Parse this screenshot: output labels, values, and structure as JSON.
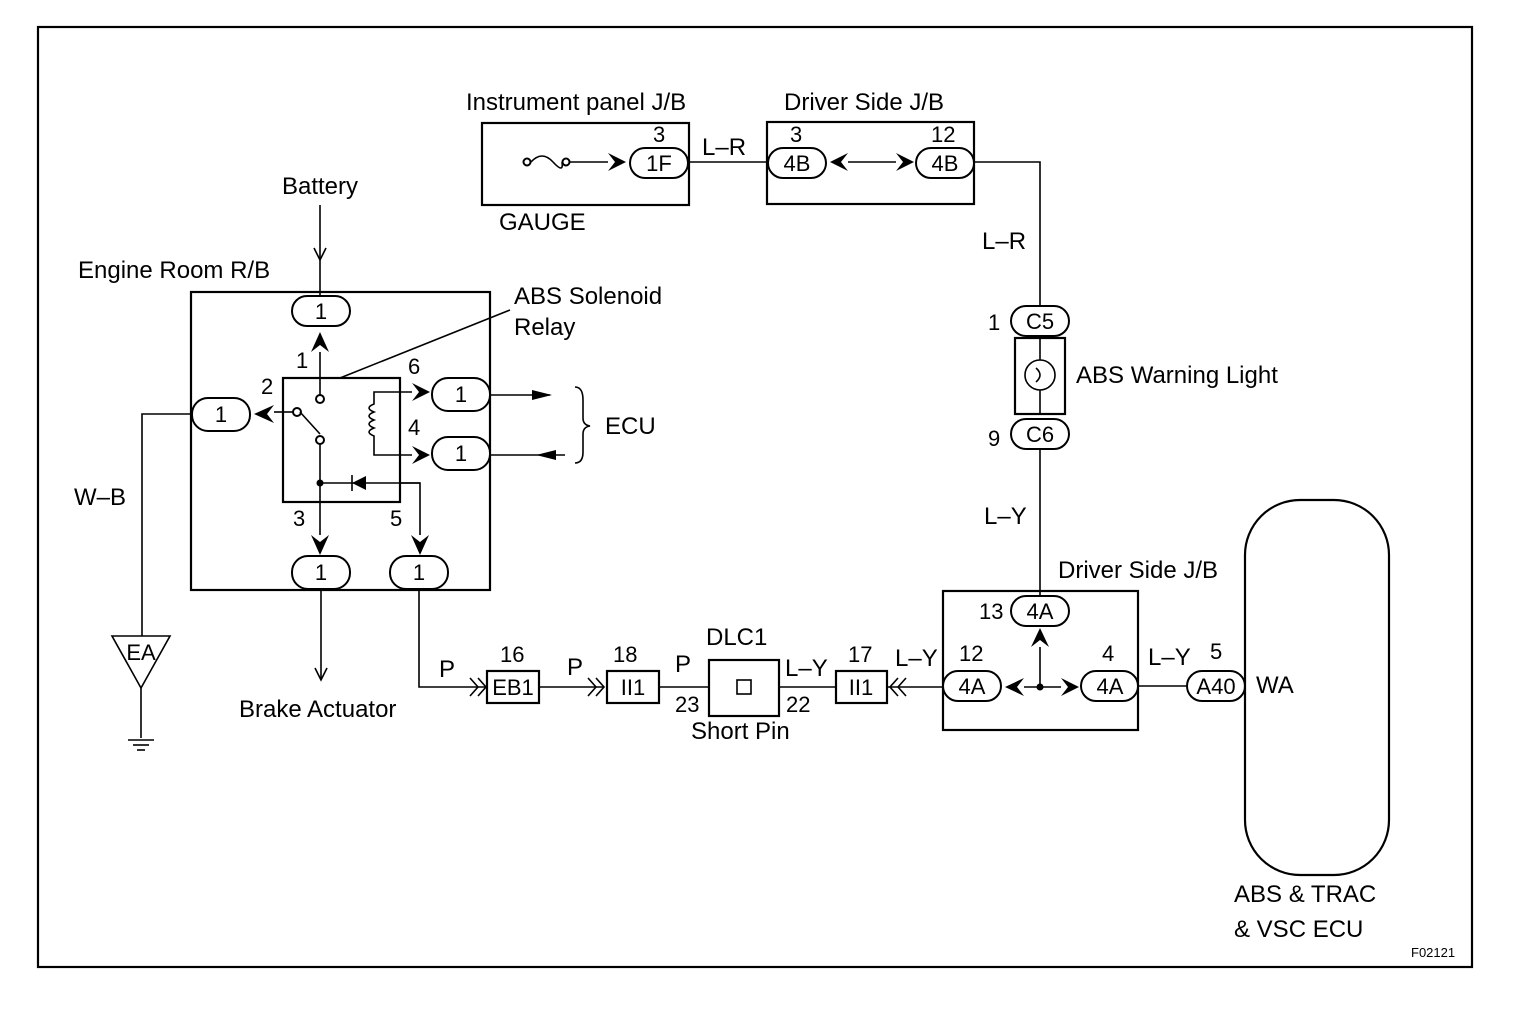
{
  "labels": {
    "instrument_panel_jb": "Instrument panel J/B",
    "driver_side_jb_top": "Driver Side J/B",
    "gauge": "GAUGE",
    "battery": "Battery",
    "engine_room_rb": "Engine Room R/B",
    "abs_solenoid_relay_1": "ABS Solenoid",
    "abs_solenoid_relay_2": "Relay",
    "ecu": "ECU",
    "abs_warning_light": "ABS Warning Light",
    "driver_side_jb_bottom": "Driver Side J/B",
    "dlc1": "DLC1",
    "short_pin": "Short Pin",
    "brake_actuator": "Brake Actuator",
    "ecu_name_1": "ABS  &  TRAC",
    "ecu_name_2": "& VSC  ECU",
    "wa": "WA",
    "figure_code": "F02121"
  },
  "wires": {
    "lr_1": "L–R",
    "lr_2": "L–R",
    "ly_1": "L–Y",
    "ly_2": "L–Y",
    "ly_3": "L–Y",
    "ly_4": "L–Y",
    "p_1": "P",
    "p_2": "P",
    "p_3": "P",
    "wb": "W–B"
  },
  "connectors": {
    "c_1f": "1F",
    "c_4b_left": "4B",
    "c_4b_right": "4B",
    "c_c5": "C5",
    "c_c6": "C6",
    "c_4a_top": "4A",
    "c_4a_left": "4A",
    "c_4a_right": "4A",
    "c_a40": "A40",
    "c_eb1": "EB1",
    "c_ii1_left": "II1",
    "c_ii1_right": "II1",
    "c_ea": "EA",
    "rb_top": "1",
    "rb_left": "1",
    "rb_right_upper": "1",
    "rb_right_lower": "1",
    "rb_bottom_left": "1",
    "rb_bottom_right": "1"
  },
  "pins": {
    "gauge_pin": "3",
    "jb_pin_3": "3",
    "jb_pin_12": "12",
    "relay_pin_1": "1",
    "relay_pin_2": "2",
    "relay_pin_6": "6",
    "relay_pin_4": "4",
    "relay_pin_3": "3",
    "relay_pin_5": "5",
    "c5_pin": "1",
    "c6_pin": "9",
    "jb_pin_13": "13",
    "jb_pin_12b": "12",
    "jb_pin_4": "4",
    "a40_pin": "5",
    "eb1_pin": "16",
    "ii1_pin_18": "18",
    "ii1_pin_17": "17",
    "dlc_pin_23": "23",
    "dlc_pin_22": "22"
  }
}
